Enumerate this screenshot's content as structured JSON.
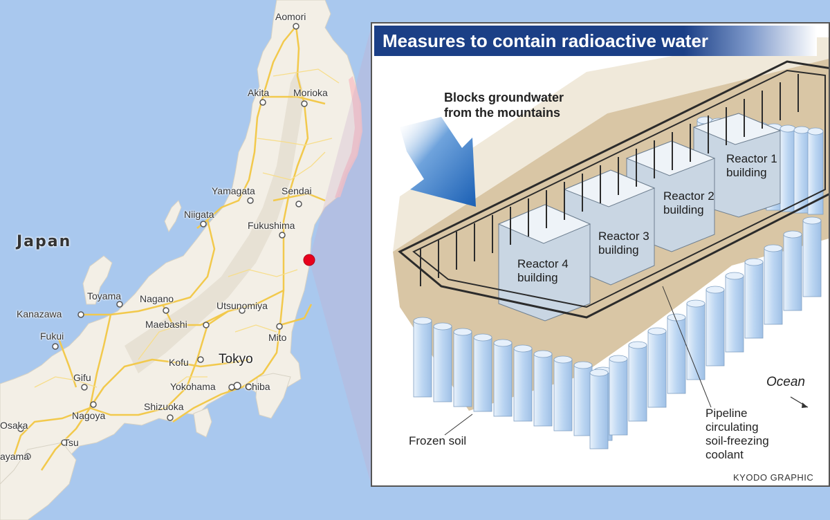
{
  "map": {
    "country_label": "Japan",
    "cities": [
      {
        "name": "Aomori",
        "id": "aomori"
      },
      {
        "name": "Akita",
        "id": "akita"
      },
      {
        "name": "Morioka",
        "id": "morioka"
      },
      {
        "name": "Yamagata",
        "id": "yamagata"
      },
      {
        "name": "Sendai",
        "id": "sendai"
      },
      {
        "name": "Niigata",
        "id": "niigata"
      },
      {
        "name": "Fukushima",
        "id": "fukushima"
      },
      {
        "name": "Toyama",
        "id": "toyama"
      },
      {
        "name": "Nagano",
        "id": "nagano"
      },
      {
        "name": "Utsunomiya",
        "id": "utsunomiya"
      },
      {
        "name": "Kanazawa",
        "id": "kanazawa"
      },
      {
        "name": "Maebashi",
        "id": "maebashi"
      },
      {
        "name": "Fukui",
        "id": "fukui"
      },
      {
        "name": "Mito",
        "id": "mito"
      },
      {
        "name": "Kofu",
        "id": "kofu"
      },
      {
        "name": "Tokyo",
        "id": "tokyo"
      },
      {
        "name": "Gifu",
        "id": "gifu"
      },
      {
        "name": "Yokohama",
        "id": "yokohama"
      },
      {
        "name": "Chiba",
        "id": "chiba"
      },
      {
        "name": "Shizuoka",
        "id": "shizuoka"
      },
      {
        "name": "Nagoya",
        "id": "nagoya"
      },
      {
        "name": "Osaka",
        "id": "osaka"
      },
      {
        "name": "Tsu",
        "id": "tsu"
      },
      {
        "name": "ayama",
        "id": "wakayama"
      }
    ],
    "marker_color": "#e8001c",
    "water_color": "#a9c8ee",
    "land_color": "#f3efe6",
    "road_color": "#f2c94c"
  },
  "diagram": {
    "title": "Measures to contain radioactive water",
    "arrow_label_line1": "Blocks groundwater",
    "arrow_label_line2": "from the mountains",
    "reactors": [
      {
        "line1": "Reactor 1",
        "line2": "building"
      },
      {
        "line1": "Reactor 2",
        "line2": "building"
      },
      {
        "line1": "Reactor 3",
        "line2": "building"
      },
      {
        "line1": "Reactor 4",
        "line2": "building"
      }
    ],
    "ocean_label": "Ocean",
    "frozen_soil_label": "Frozen soil",
    "pipeline_line1": "Pipeline",
    "pipeline_line2": "circulating",
    "pipeline_line3": "soil-freezing",
    "pipeline_line4": "coolant",
    "credit": "KYODO GRAPHIC",
    "title_bar_color": "#1b3f86",
    "arrow_color": "#1a5fb4",
    "ground_color": "#d9c6a5",
    "column_color": "#bcd6f2"
  }
}
